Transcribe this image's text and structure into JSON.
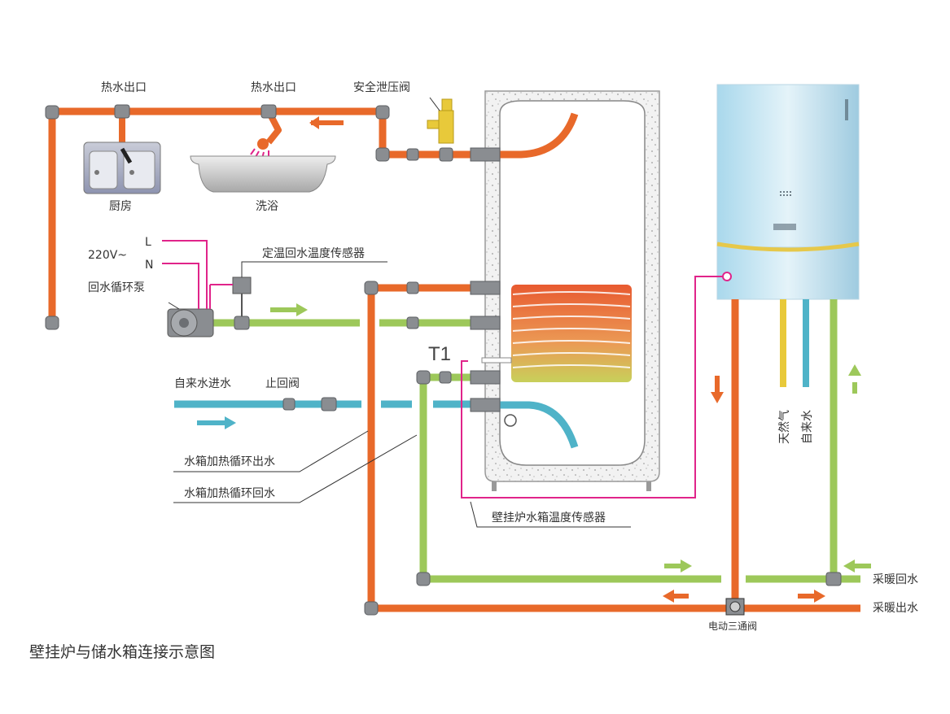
{
  "labels": {
    "hot_out_1": "热水出口",
    "hot_out_2": "热水出口",
    "safety_valve": "安全泄压阀",
    "kitchen": "厨房",
    "bath": "洗浴",
    "voltage": "220V~",
    "live": "L",
    "neutral": "N",
    "return_sensor": "定温回水温度传感器",
    "circ_pump": "回水循环泵",
    "t1": "T1",
    "cold_in": "自来水进水",
    "check_valve": "止回阀",
    "heat_out": "水箱加热循环出水",
    "heat_return": "水箱加热循环回水",
    "boiler_sensor": "壁挂炉水箱温度传感器",
    "gas": "天然气",
    "tap_water": "自来水",
    "heating_return": "采暖回水",
    "heating_supply": "采暖出水",
    "three_way_valve": "电动三通阀",
    "title": "壁挂炉与储水箱连接示意图"
  },
  "colors": {
    "hot_pipe": "#e8692a",
    "return_pipe": "#9dc85a",
    "cold_pipe": "#4fb3c8",
    "gas_pipe": "#e8c93a",
    "signal_wire": "#e0248a",
    "fitting": "#8a8d91"
  }
}
